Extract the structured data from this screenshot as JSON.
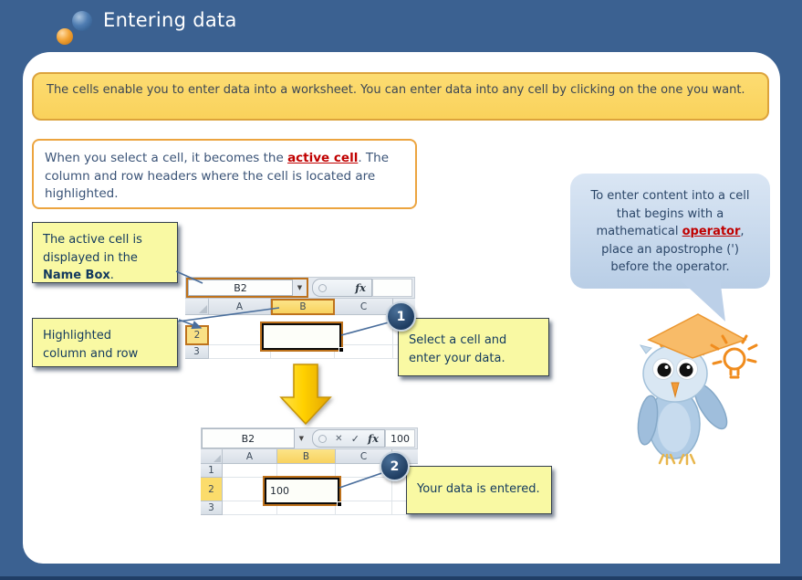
{
  "header": {
    "title": "Entering data"
  },
  "intro_box": {
    "text": "The cells enable you to enter data into a worksheet. You can enter data into any cell by clicking on the one you want."
  },
  "note_box": {
    "text_before": "When you select a cell, it becomes the ",
    "link": "active cell",
    "text_after": ". The column and row headers where the cell is located are highlighted."
  },
  "callout_name_box": {
    "text_before": "The active cell is displayed in the ",
    "bold": "Name Box",
    "text_after": "."
  },
  "callout_highlight": {
    "text": "Highlighted column and row"
  },
  "step1": {
    "badge": "1",
    "text": "Select a cell and enter your data."
  },
  "step2": {
    "badge": "2",
    "text": "Your data is entered."
  },
  "tip_bubble": {
    "text_before": "To enter content into a cell that begins with a mathematical ",
    "link": "operator",
    "text_after": ", place an apostrophe (') before the operator."
  },
  "sheet1": {
    "name_box": "B2",
    "dropdown_icon": "▼",
    "fx_icon": "fx",
    "columns": [
      "A",
      "B",
      "C"
    ],
    "row_headers": [
      "2",
      "3"
    ],
    "active_cell_value": ""
  },
  "sheet2": {
    "name_box": "B2",
    "dropdown_icon": "▼",
    "cancel_icon": "✕",
    "enter_icon": "✓",
    "fx_icon": "fx",
    "formula_bar_value": "100",
    "columns": [
      "A",
      "B",
      "C"
    ],
    "row_headers": [
      "1",
      "2",
      "3"
    ],
    "active_cell_value": "100"
  },
  "colors": {
    "background_blue": "#3B6191",
    "panel_white": "#FFFFFF",
    "intro_yellow": "#FAD25B",
    "callout_yellow": "#F9F9A3",
    "highlight_orange": "#BE721C",
    "link_red": "#C00000",
    "badge_navy": "#1E3C60",
    "bubble_blue": "#C6D8EC",
    "arrow_gold": "#FFD100"
  }
}
